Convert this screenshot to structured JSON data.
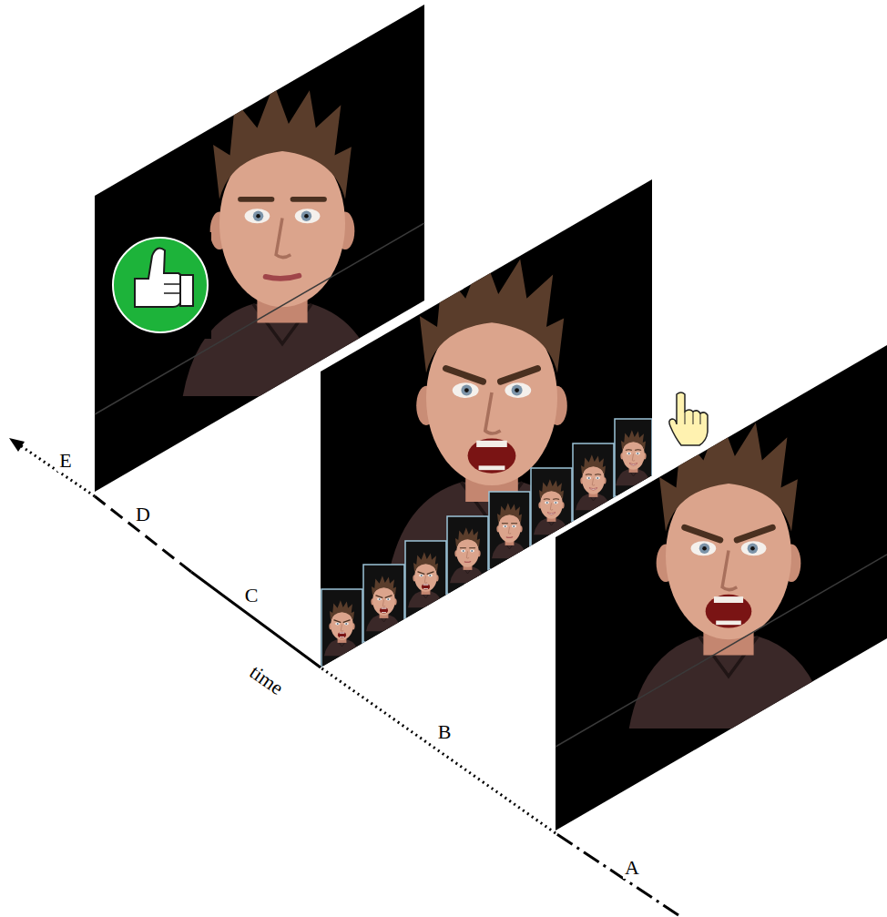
{
  "diagram": {
    "labels": [
      "E",
      "D",
      "C",
      "time",
      "B",
      "A"
    ]
  }
}
